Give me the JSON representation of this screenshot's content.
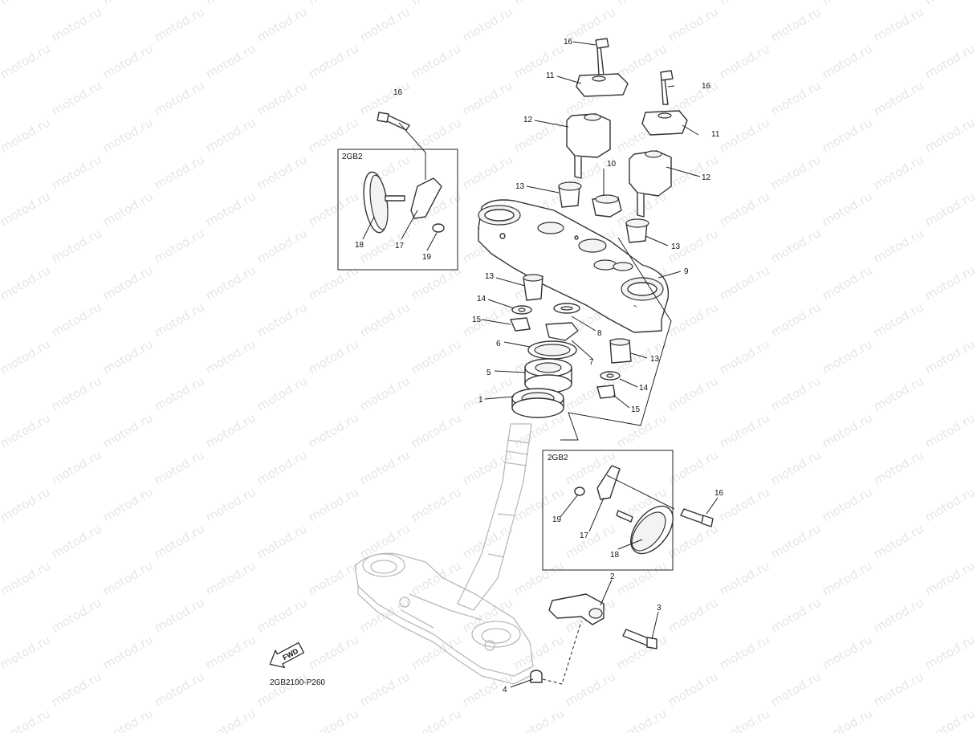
{
  "watermark": "motod.ru",
  "diagram_code": "2GB2100-P260",
  "fwd_label": "FWD",
  "inset_a": {
    "title": "2GB2"
  },
  "inset_b": {
    "title": "2GB2"
  },
  "callouts": {
    "c16a": "16",
    "c11a": "11",
    "c12a": "12",
    "c16b": "16",
    "c11b": "11",
    "c12b": "12",
    "c10": "10",
    "c13a": "13",
    "c13b": "13",
    "c13c": "13",
    "c13d": "13",
    "c9": "9",
    "c14a": "14",
    "c15a": "15",
    "c8": "8",
    "c6": "6",
    "c7": "7",
    "c5": "5",
    "c1": "1",
    "c14b": "14",
    "c15b": "15",
    "c16c": "16",
    "c18a": "18",
    "c17a": "17",
    "c19a": "19",
    "c16d": "16",
    "c19b": "19",
    "c17b": "17",
    "c18b": "18",
    "c2": "2",
    "c3": "3",
    "c4": "4"
  }
}
